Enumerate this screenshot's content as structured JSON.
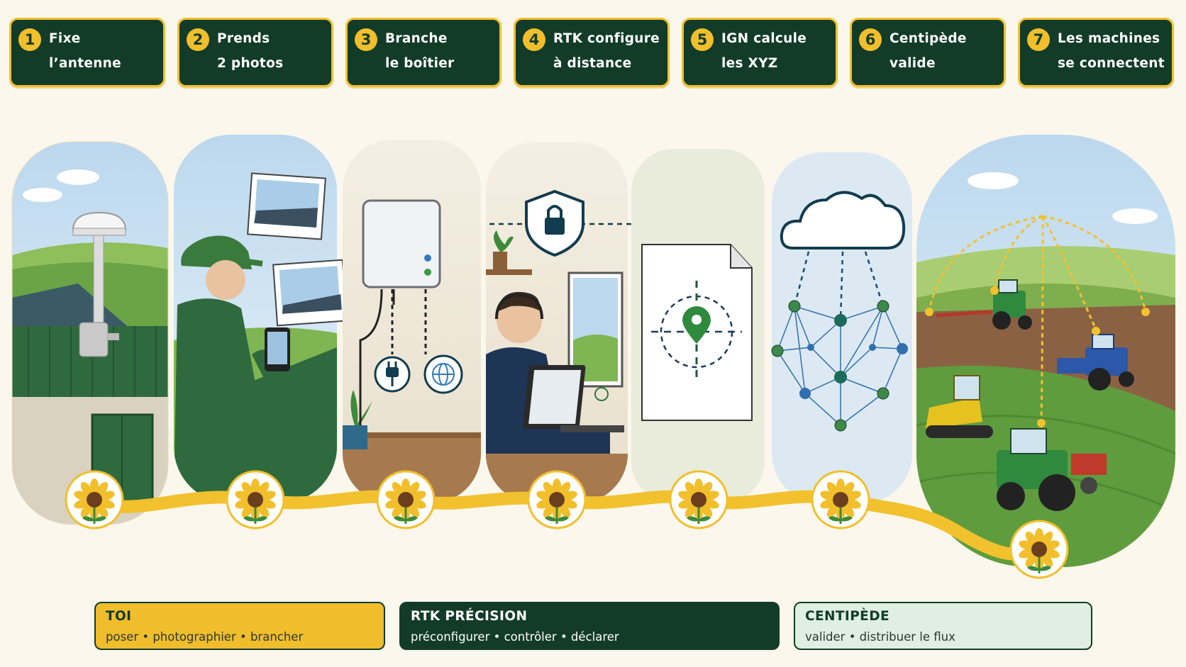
{
  "steps": [
    {
      "num": "1",
      "line1": "Fixe",
      "line2": "l’antenne"
    },
    {
      "num": "2",
      "line1": "Prends",
      "line2": "2 photos"
    },
    {
      "num": "3",
      "line1": "Branche",
      "line2": "le boîtier"
    },
    {
      "num": "4",
      "line1": "RTK configure",
      "line2": "à distance"
    },
    {
      "num": "5",
      "line1": "IGN calcule",
      "line2": "les XYZ"
    },
    {
      "num": "6",
      "line1": "Centipède",
      "line2": "valide"
    },
    {
      "num": "7",
      "line1": "Les machines",
      "line2": "se connectent"
    }
  ],
  "legend": {
    "toi": {
      "title": "TOI",
      "subtitle": "poser • photographier • brancher"
    },
    "rtk": {
      "title": "RTK PRÉCISION",
      "subtitle": "préconfigurer • contrôler • déclarer"
    },
    "centipede": {
      "title": "CENTIPÈDE",
      "subtitle": "valider • distribuer le flux"
    }
  },
  "colors": {
    "dark_green": "#123c27",
    "gold": "#f2bf2c",
    "cream": "#fbf7ec",
    "mint": "#dff0e2"
  },
  "icons": [
    "gnss-antenna-icon",
    "camera-photo-icon",
    "rtk-box-icon",
    "power-plug-icon",
    "globe-icon",
    "padlock-shield-icon",
    "location-target-icon",
    "cloud-network-icon",
    "tractor-icon",
    "sunflower-icon"
  ]
}
